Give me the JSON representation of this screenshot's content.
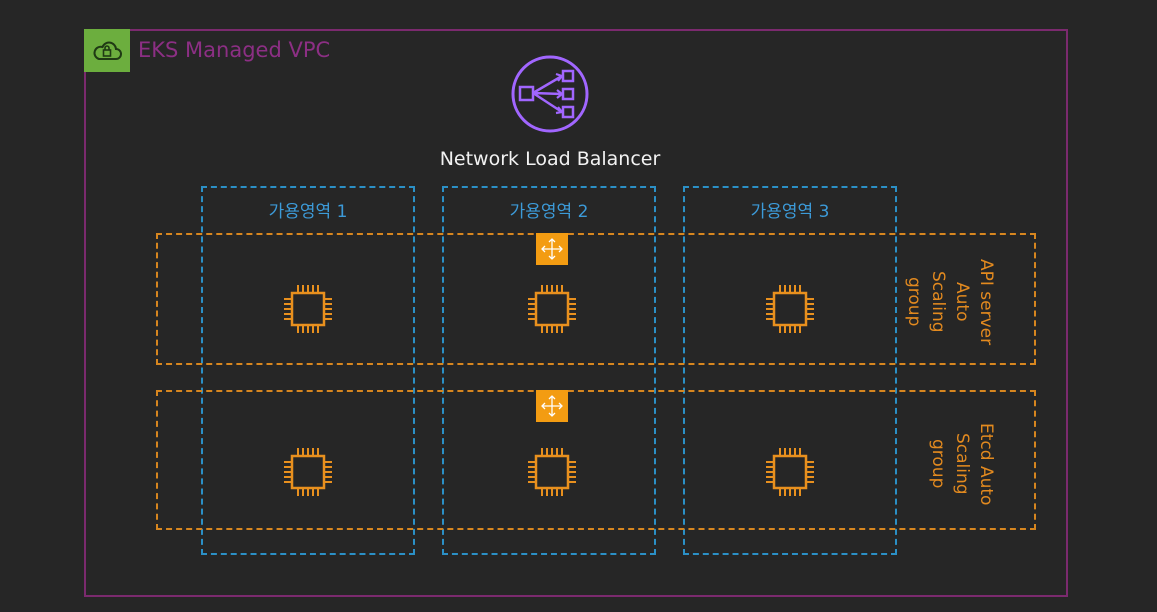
{
  "vpc": {
    "title": "EKS Managed VPC",
    "badge_icon": "cloud-lock-icon",
    "border_color": "#7b2a6e",
    "badge_color": "#6cae3e"
  },
  "load_balancer": {
    "label": "Network Load Balancer",
    "icon": "network-load-balancer-icon",
    "color": "#a166ff"
  },
  "availability_zones": [
    {
      "label": "가용영역 1"
    },
    {
      "label": "가용영역 2"
    },
    {
      "label": "가용영역 3"
    }
  ],
  "auto_scaling_groups": [
    {
      "label_lines": [
        "API server",
        "Auto",
        "Scaling",
        "group"
      ],
      "instance_icon": "ec2-instance-chip-icon",
      "router_icon": "router-icon"
    },
    {
      "label_lines": [
        "Etcd Auto",
        "Scaling",
        "group"
      ],
      "instance_icon": "ec2-instance-chip-icon",
      "router_icon": "router-icon"
    }
  ],
  "colors": {
    "az_border": "#2b90c6",
    "asg_border": "#d7861f",
    "instance": "#e8901e"
  }
}
